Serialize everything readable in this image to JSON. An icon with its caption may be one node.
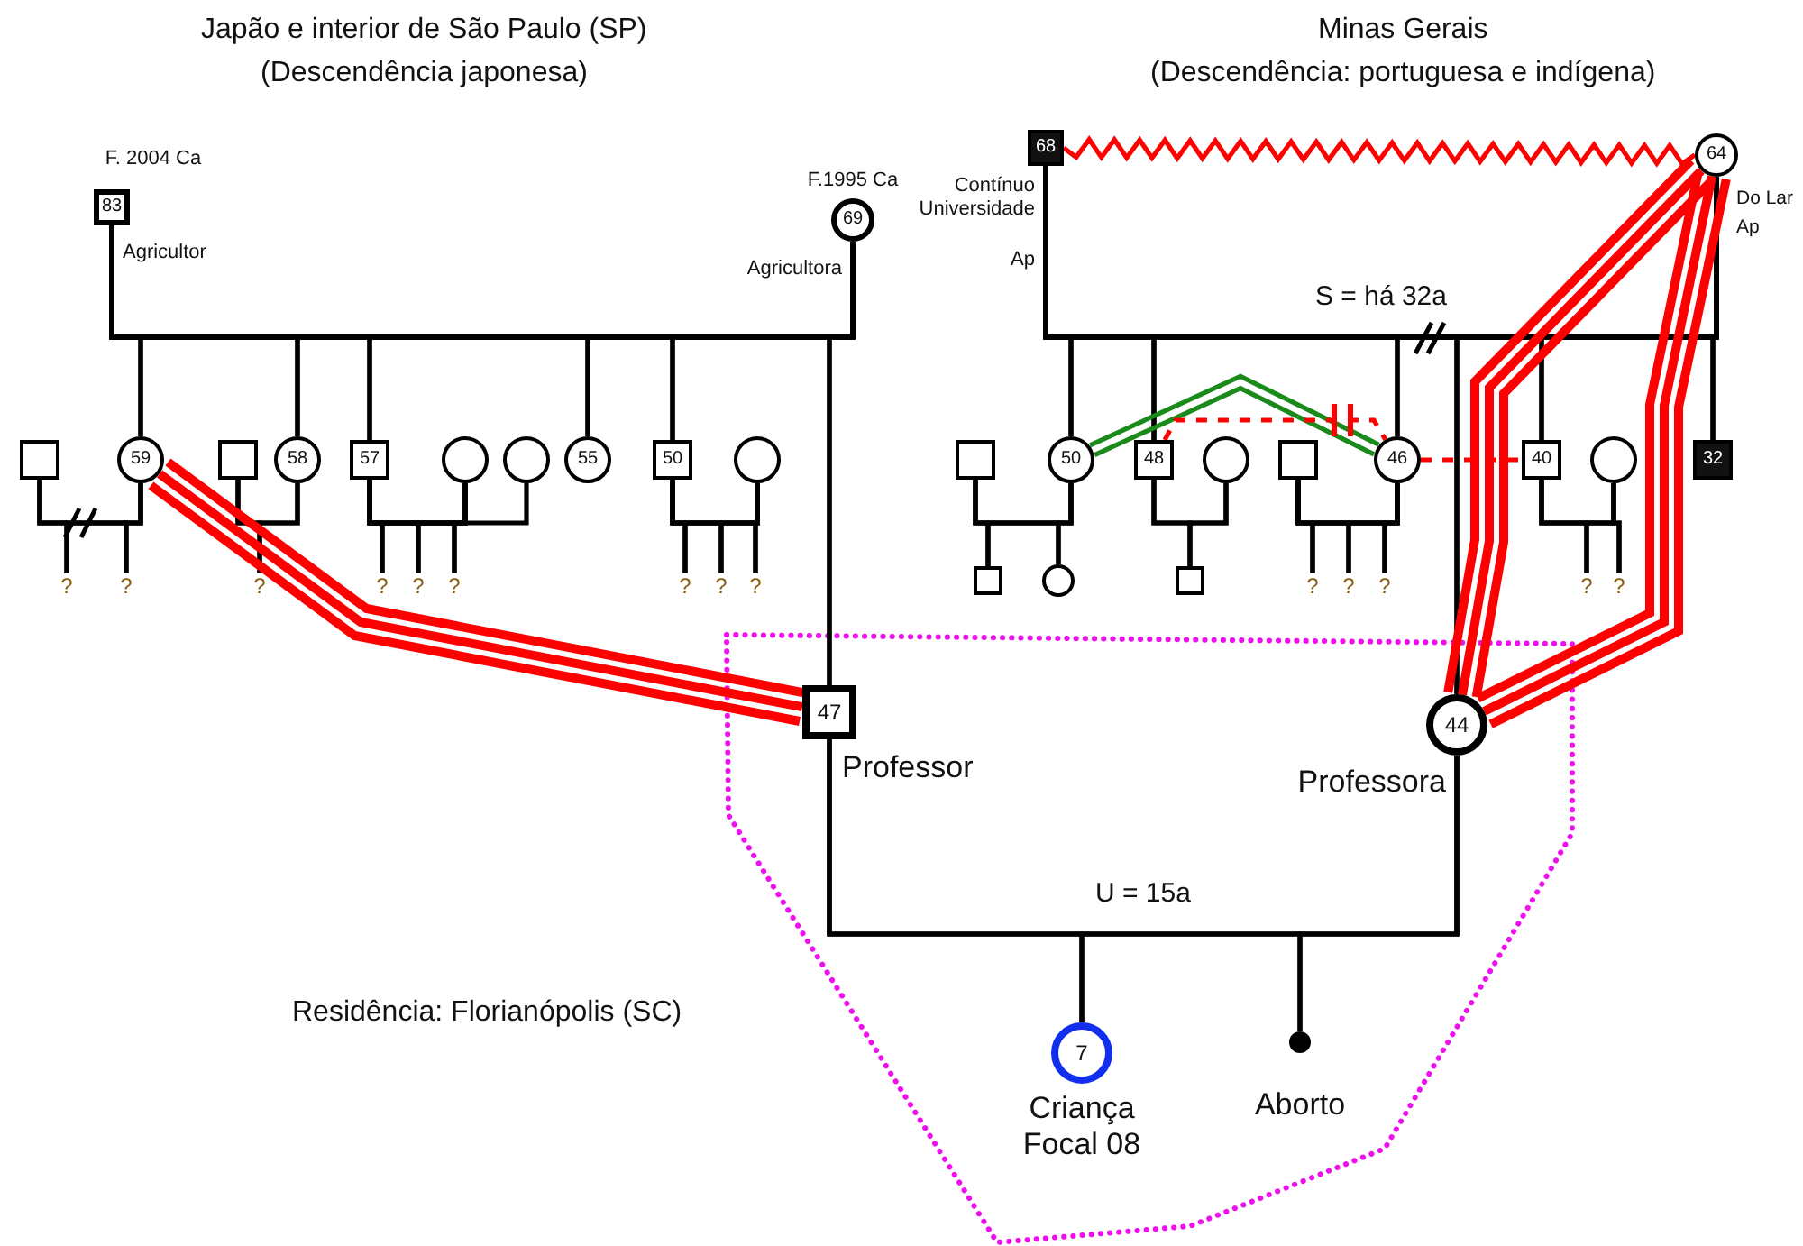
{
  "diagram": {
    "nodes": [
      {
        "text": [
          "83"
        ],
        "beside": [
          "F. 2004 Ca",
          "Agricultor"
        ]
      },
      {
        "text": [
          "69"
        ],
        "beside": [
          "F.1995 Ca",
          "Agricultora"
        ]
      },
      {
        "text": [],
        "shape": "box"
      },
      {
        "text": [
          "59"
        ]
      },
      {
        "text": [],
        "shape": "box"
      },
      {
        "text": [
          "58"
        ]
      },
      {
        "text": [
          "57"
        ]
      },
      {
        "text": [],
        "shape": "circle"
      },
      {
        "text": [],
        "shape": "circle"
      },
      {
        "text": [
          "55"
        ]
      },
      {
        "text": [
          "50"
        ]
      },
      {
        "text": [],
        "shape": "circle"
      },
      {
        "text": [
          "?"
        ]
      },
      {
        "text": [
          "?"
        ]
      },
      {
        "text": [
          "?"
        ]
      },
      {
        "text": [
          "?"
        ]
      },
      {
        "text": [
          "?"
        ]
      },
      {
        "text": [
          "?"
        ]
      },
      {
        "text": [
          "?"
        ]
      },
      {
        "text": [
          "?"
        ]
      },
      {
        "text": [
          "?"
        ]
      },
      {
        "text": [
          "68"
        ],
        "beside": [
          "Contínuo Universidade",
          "Ap"
        ]
      },
      {
        "text": [
          "64"
        ],
        "beside": [
          "Do Lar",
          "Ap"
        ]
      },
      {
        "text": [],
        "shape": "box"
      },
      {
        "text": [
          "50"
        ]
      },
      {
        "text": [
          "48"
        ]
      },
      {
        "text": [],
        "shape": "circle"
      },
      {
        "text": [],
        "shape": "box"
      },
      {
        "text": [
          "46"
        ]
      },
      {
        "text": [
          "40"
        ]
      },
      {
        "text": [],
        "shape": "circle"
      },
      {
        "text": [
          "32"
        ]
      },
      {
        "text": [],
        "shape": "box"
      },
      {
        "text": [],
        "shape": "circle"
      },
      {
        "text": [],
        "shape": "box"
      },
      {
        "text": [
          "?"
        ]
      },
      {
        "text": [
          "?"
        ]
      },
      {
        "text": [
          "?"
        ]
      },
      {
        "text": [
          "?"
        ]
      },
      {
        "text": [
          "?"
        ]
      },
      {
        "text": [
          "47"
        ],
        "beside": [
          "Professor"
        ]
      },
      {
        "text": [
          "44"
        ],
        "beside": [
          "Professora"
        ]
      },
      {
        "text": [
          "7"
        ],
        "beside": [
          "Criança Focal 08"
        ]
      },
      {
        "text": [],
        "shape": "dot",
        "beside": [
          "Aborto"
        ]
      }
    ],
    "edges": [
      {
        "from": 0,
        "to": 1,
        "arrow": "none"
      },
      {
        "from": 0,
        "to": 3,
        "arrow": "none"
      },
      {
        "from": 1,
        "to": 3,
        "arrow": "none"
      },
      {
        "from": 0,
        "to": 5,
        "arrow": "none"
      },
      {
        "from": 1,
        "to": 5,
        "arrow": "none"
      },
      {
        "from": 0,
        "to": 6,
        "arrow": "none"
      },
      {
        "from": 1,
        "to": 6,
        "arrow": "none"
      },
      {
        "from": 0,
        "to": 9,
        "arrow": "none"
      },
      {
        "from": 1,
        "to": 9,
        "arrow": "none"
      },
      {
        "from": 0,
        "to": 10,
        "arrow": "none"
      },
      {
        "from": 1,
        "to": 10,
        "arrow": "none"
      },
      {
        "from": 0,
        "to": 40,
        "arrow": "none"
      },
      {
        "from": 1,
        "to": 40,
        "arrow": "none"
      },
      {
        "from": 2,
        "to": 3,
        "arrow": "none"
      },
      {
        "from": 4,
        "to": 5,
        "arrow": "none"
      },
      {
        "from": 6,
        "to": 7,
        "arrow": "none"
      },
      {
        "from": 6,
        "to": 8,
        "arrow": "none"
      },
      {
        "from": 10,
        "to": 11,
        "arrow": "none"
      },
      {
        "from": 2,
        "to": 12,
        "arrow": "none"
      },
      {
        "from": 3,
        "to": 12,
        "arrow": "none"
      },
      {
        "from": 2,
        "to": 13,
        "arrow": "none"
      },
      {
        "from": 3,
        "to": 13,
        "arrow": "none"
      },
      {
        "from": 4,
        "to": 14,
        "arrow": "none"
      },
      {
        "from": 5,
        "to": 14,
        "arrow": "none"
      },
      {
        "from": 6,
        "to": 15,
        "arrow": "none"
      },
      {
        "from": 7,
        "to": 15,
        "arrow": "none"
      },
      {
        "from": 6,
        "to": 16,
        "arrow": "none"
      },
      {
        "from": 7,
        "to": 16,
        "arrow": "none"
      },
      {
        "from": 6,
        "to": 17,
        "arrow": "none"
      },
      {
        "from": 7,
        "to": 17,
        "arrow": "none"
      },
      {
        "from": 10,
        "to": 18,
        "arrow": "none"
      },
      {
        "from": 11,
        "to": 18,
        "arrow": "none"
      },
      {
        "from": 10,
        "to": 19,
        "arrow": "none"
      },
      {
        "from": 11,
        "to": 19,
        "arrow": "none"
      },
      {
        "from": 10,
        "to": 20,
        "arrow": "none"
      },
      {
        "from": 11,
        "to": 20,
        "arrow": "none"
      },
      {
        "from": 21,
        "to": 22,
        "arrow": "none",
        "label": "S = há 32a"
      },
      {
        "from": 21,
        "to": 24,
        "arrow": "none"
      },
      {
        "from": 22,
        "to": 24,
        "arrow": "none"
      },
      {
        "from": 21,
        "to": 25,
        "arrow": "none"
      },
      {
        "from": 22,
        "to": 25,
        "arrow": "none"
      },
      {
        "from": 21,
        "to": 28,
        "arrow": "none"
      },
      {
        "from": 22,
        "to": 28,
        "arrow": "none"
      },
      {
        "from": 21,
        "to": 29,
        "arrow": "none"
      },
      {
        "from": 22,
        "to": 29,
        "arrow": "none"
      },
      {
        "from": 21,
        "to": 31,
        "arrow": "none"
      },
      {
        "from": 22,
        "to": 31,
        "arrow": "none"
      },
      {
        "from": 21,
        "to": 41,
        "arrow": "none"
      },
      {
        "from": 22,
        "to": 41,
        "arrow": "none"
      },
      {
        "from": 23,
        "to": 24,
        "arrow": "none"
      },
      {
        "from": 25,
        "to": 26,
        "arrow": "none"
      },
      {
        "from": 27,
        "to": 28,
        "arrow": "none"
      },
      {
        "from": 29,
        "to": 30,
        "arrow": "none"
      },
      {
        "from": 23,
        "to": 32,
        "arrow": "none"
      },
      {
        "from": 24,
        "to": 32,
        "arrow": "none"
      },
      {
        "from": 23,
        "to": 33,
        "arrow": "none"
      },
      {
        "from": 24,
        "to": 33,
        "arrow": "none"
      },
      {
        "from": 25,
        "to": 34,
        "arrow": "none"
      },
      {
        "from": 26,
        "to": 34,
        "arrow": "none"
      },
      {
        "from": 27,
        "to": 35,
        "arrow": "none"
      },
      {
        "from": 28,
        "to": 35,
        "arrow": "none"
      },
      {
        "from": 27,
        "to": 36,
        "arrow": "none"
      },
      {
        "from": 28,
        "to": 36,
        "arrow": "none"
      },
      {
        "from": 27,
        "to": 37,
        "arrow": "none"
      },
      {
        "from": 28,
        "to": 37,
        "arrow": "none"
      },
      {
        "from": 29,
        "to": 38,
        "arrow": "none"
      },
      {
        "from": 30,
        "to": 38,
        "arrow": "none"
      },
      {
        "from": 29,
        "to": 39,
        "arrow": "none"
      },
      {
        "from": 30,
        "to": 39,
        "arrow": "none"
      },
      {
        "from": 40,
        "to": 41,
        "arrow": "none",
        "label": "U = 15a"
      },
      {
        "from": 40,
        "to": 42,
        "arrow": "none"
      },
      {
        "from": 41,
        "to": 42,
        "arrow": "none"
      },
      {
        "from": 40,
        "to": 43,
        "arrow": "none"
      },
      {
        "from": 41,
        "to": 43,
        "arrow": "none"
      },
      {
        "from": 3,
        "to": 40,
        "arrow": "none",
        "style": "thick",
        "color": "#ff0000"
      },
      {
        "from": 21,
        "to": 22,
        "arrow": "none",
        "color": "#ff0000"
      },
      {
        "from": 24,
        "to": 28,
        "arrow": "none",
        "color": "#1a8a1a"
      },
      {
        "from": 25,
        "to": 28,
        "arrow": "none",
        "style": "dashed",
        "color": "#ff0000"
      },
      {
        "from": 28,
        "to": 29,
        "arrow": "none",
        "style": "dashed",
        "color": "#ff0000"
      },
      {
        "from": 22,
        "to": 41,
        "arrow": "none",
        "style": "thick",
        "color": "#ff0000"
      },
      {
        "from": 22,
        "to": 41,
        "arrow": "none",
        "style": "thick",
        "color": "#ff0000"
      }
    ],
    "labels": [
      "Japão e interior de São Paulo (SP)",
      "(Descendência japonesa)",
      "Minas Gerais",
      "(Descendência: portuguesa e indígena)",
      "Residência: Florianópolis (SC)"
    ]
  }
}
